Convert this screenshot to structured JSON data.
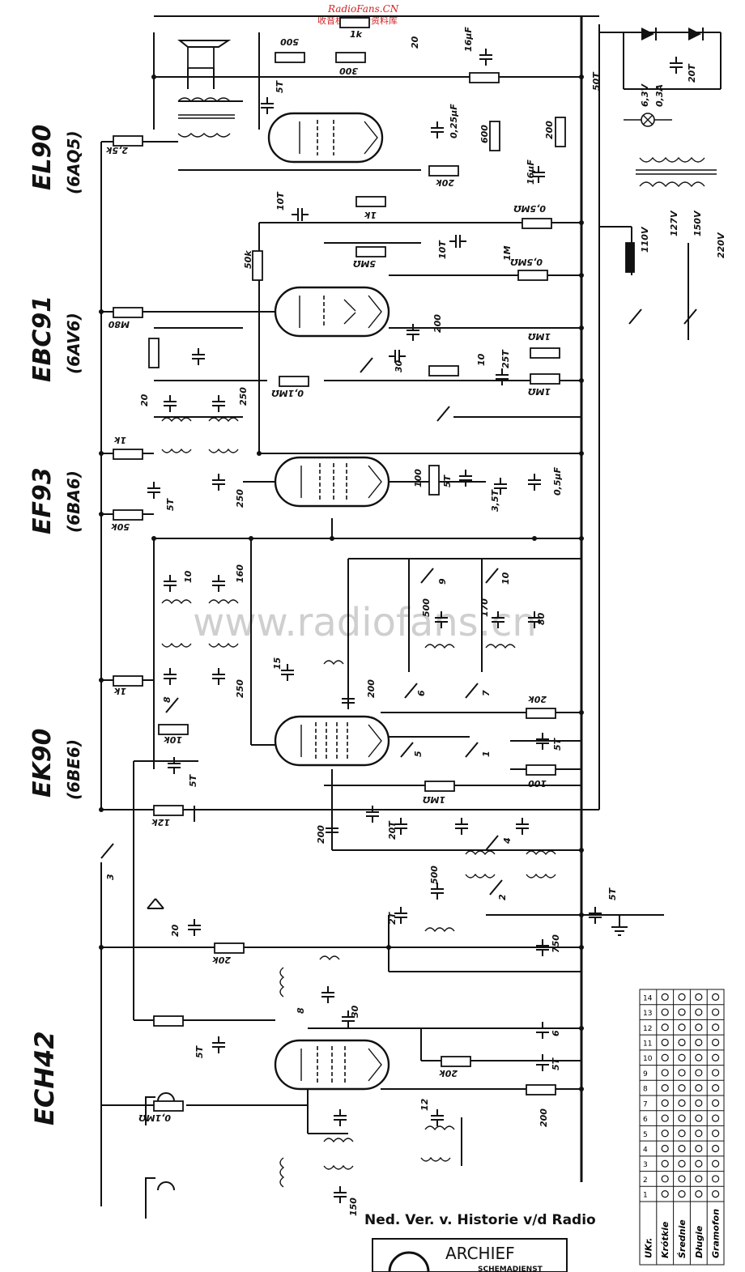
{
  "header": {
    "site": "RadioFans.CN",
    "subtitle": "收音机爱好者资料库"
  },
  "watermark": "www.radiofans.cn",
  "tubes": [
    {
      "id": "EL90",
      "name": "EL90",
      "alt": "(6AQ5)"
    },
    {
      "id": "EBC91",
      "name": "EBC91",
      "alt": "(6AV6)"
    },
    {
      "id": "EF93",
      "name": "EF93",
      "alt": "(6BA6)"
    },
    {
      "id": "EK90",
      "name": "EK90",
      "alt": "(6BE6)"
    },
    {
      "id": "ECH42",
      "name": "ECH42",
      "alt": ""
    }
  ],
  "component_labels": [
    "500",
    "1k",
    "20",
    "300",
    "16µF",
    "50T",
    "20T",
    "2,5k",
    "5T",
    "0,25µF",
    "600",
    "200",
    "20k",
    "16µF",
    "1k",
    "10T",
    "0,5MΩ",
    "50k",
    "1M",
    "5MΩ",
    "10T",
    "0,5MΩ",
    "6,3V",
    "0,3A",
    "110V",
    "127V",
    "150V",
    "220V",
    "M80",
    "200",
    "30",
    "0,1MΩ",
    "10",
    "25T",
    "1MΩ",
    "1MΩ",
    "1k",
    "20",
    "250",
    "5T",
    "250",
    "100",
    "5T",
    "3,5T",
    "0,5µF",
    "50k",
    "10",
    "160",
    "1k",
    "250",
    "15",
    "200",
    "8",
    "10k",
    "500",
    "170",
    "80",
    "9",
    "10",
    "6",
    "7",
    "20k",
    "5T",
    "1",
    "5",
    "100",
    "1MΩ",
    "12k",
    "5T",
    "200",
    "20T",
    "4",
    "3",
    "20",
    "2T",
    "500",
    "5T",
    "2",
    "20k",
    "750",
    "8",
    "30",
    "5T",
    "6",
    "20k",
    "200",
    "0,1MΩ",
    "5T",
    "12",
    "150"
  ],
  "switch_numbers": [
    "1",
    "2",
    "3",
    "4",
    "5",
    "6",
    "7",
    "8",
    "9",
    "10",
    "11",
    "12",
    "13",
    "14"
  ],
  "switch_table": {
    "columns": [
      "1",
      "2",
      "3",
      "4",
      "5",
      "6",
      "7",
      "8",
      "9",
      "10",
      "11",
      "12",
      "13",
      "14"
    ],
    "rows": [
      {
        "label": "UKr."
      },
      {
        "label": "Krótkie"
      },
      {
        "label": "Średnie"
      },
      {
        "label": "Długie"
      },
      {
        "label": "Gramofon"
      }
    ]
  },
  "footer": {
    "society": "Ned. Ver. v. Historie v/d Radio",
    "archive": "ARCHIEF",
    "archive_sub": "SCHEMADIENST"
  }
}
